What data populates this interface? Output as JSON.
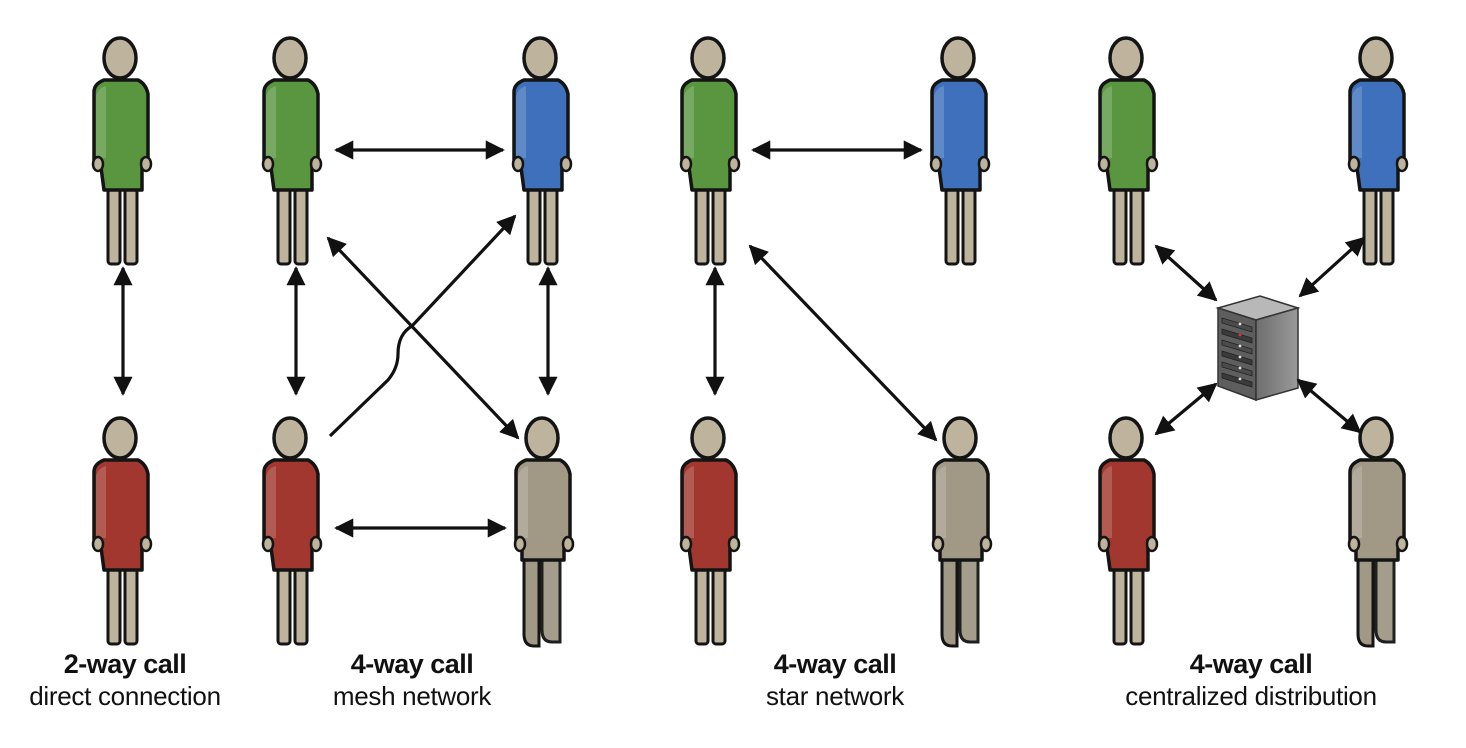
{
  "colors": {
    "skin": "#beb39d",
    "green": "#5a9640",
    "blue": "#3e70bb",
    "red": "#a1372e",
    "gray": "#a19886",
    "outline": "#141414",
    "server": "#8a8a8a"
  },
  "icons": {
    "person": "person-icon",
    "server": "server-icon",
    "arrow": "double-arrow"
  },
  "sections": [
    {
      "title": "2-way call",
      "subtitle": "direct connection"
    },
    {
      "title": "4-way call",
      "subtitle": "mesh network"
    },
    {
      "title": "4-way call",
      "subtitle": "star network"
    },
    {
      "title": "4-way call",
      "subtitle": "centralized distribution"
    }
  ]
}
